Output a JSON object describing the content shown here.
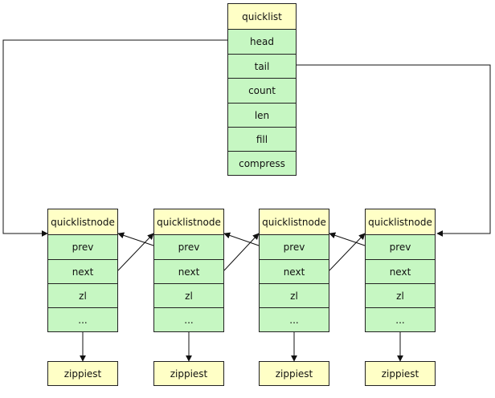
{
  "quicklist": {
    "title": "quicklist",
    "fields": [
      "head",
      "tail",
      "count",
      "len",
      "fill",
      "compress"
    ]
  },
  "nodes": [
    {
      "title": "quicklistnode",
      "fields": [
        "prev",
        "next",
        "zl",
        "..."
      ],
      "child": "zippiest"
    },
    {
      "title": "quicklistnode",
      "fields": [
        "prev",
        "next",
        "zl",
        "..."
      ],
      "child": "zippiest"
    },
    {
      "title": "quicklistnode",
      "fields": [
        "prev",
        "next",
        "zl",
        "..."
      ],
      "child": "zippiest"
    },
    {
      "title": "quicklistnode",
      "fields": [
        "prev",
        "next",
        "zl",
        "..."
      ],
      "child": "zippiest"
    }
  ],
  "colors": {
    "header_fill": "#ffffc6",
    "field_fill": "#c6f7c2",
    "stroke": "#222222"
  }
}
